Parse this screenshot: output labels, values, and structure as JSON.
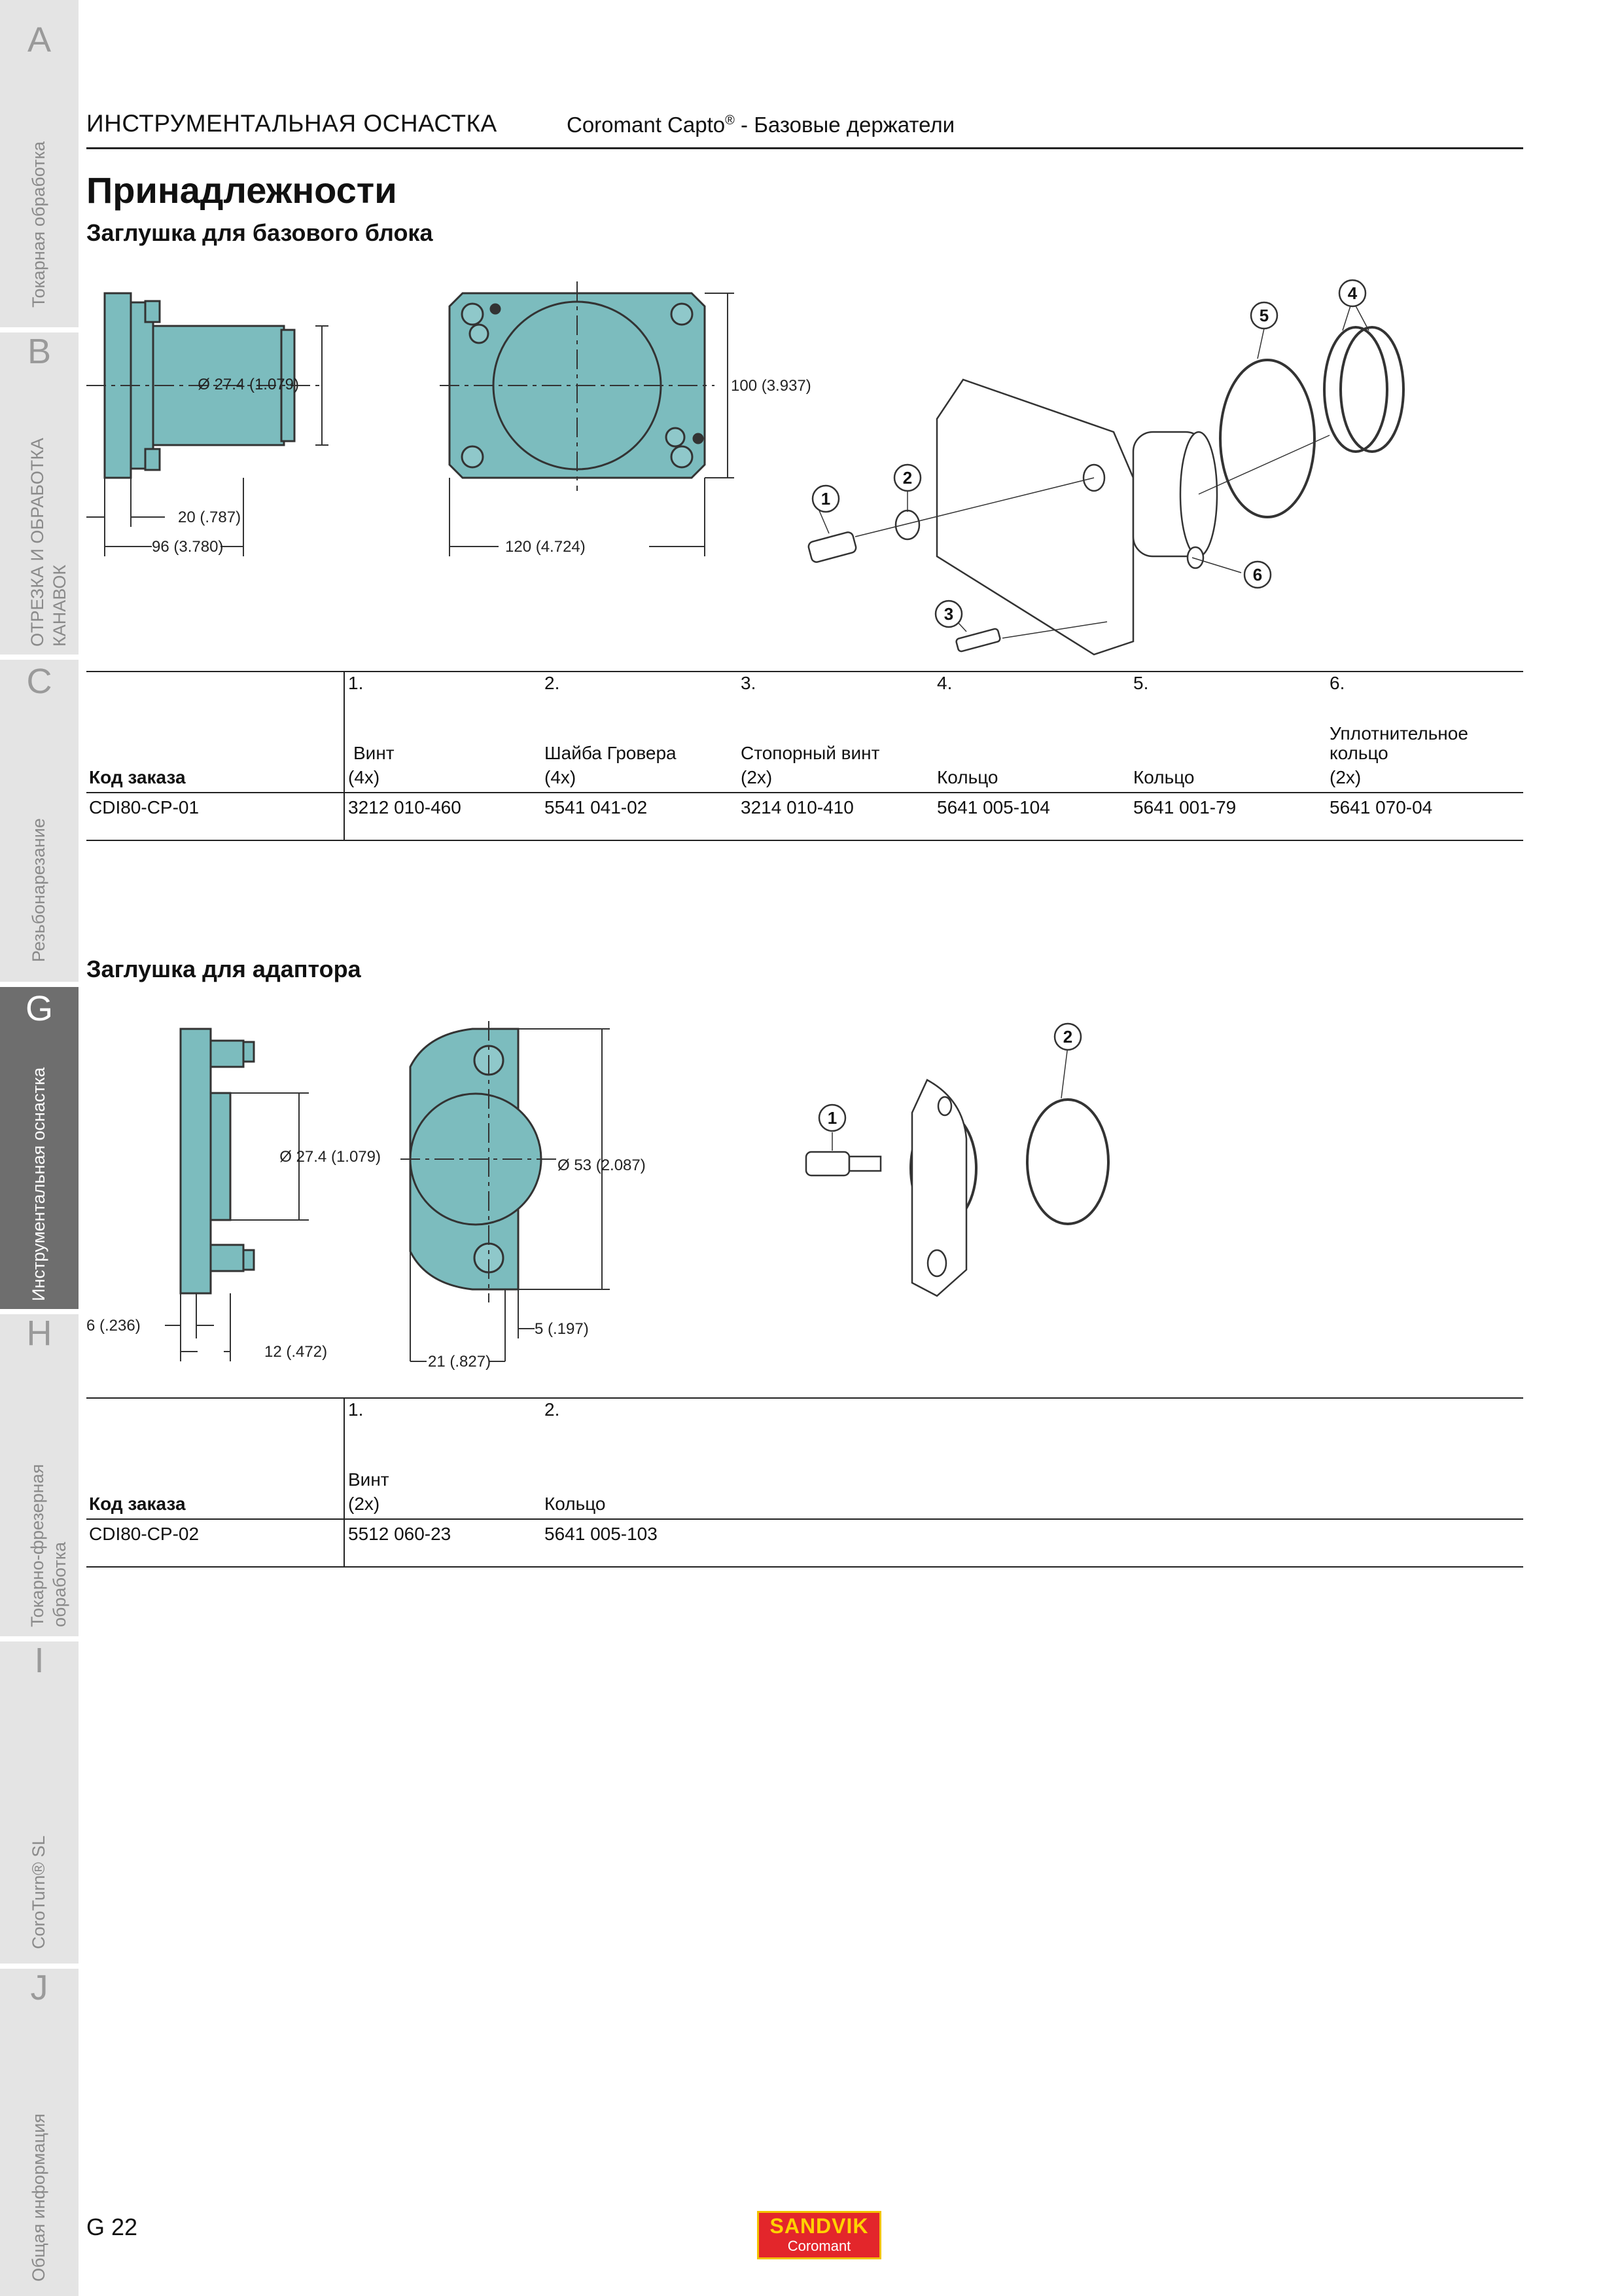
{
  "sidebar": {
    "tabs": [
      {
        "letter": "A",
        "text": "Токарная обработка",
        "text2": "",
        "active": false
      },
      {
        "letter": "B",
        "text": "ОТРЕЗКА И ОБРАБОТКА",
        "text2": "КАНАВОК",
        "active": false
      },
      {
        "letter": "C",
        "text": "Резьбонарезание",
        "text2": "",
        "active": false
      },
      {
        "letter": "G",
        "text": "Инструментальная оснастка",
        "text2": "",
        "active": true
      },
      {
        "letter": "H",
        "text": "Токарно-фрезерная",
        "text2": "обработка",
        "active": false
      },
      {
        "letter": "I",
        "text": "CoroTurn® SL",
        "text2": "",
        "active": false
      },
      {
        "letter": "J",
        "text": "Общая информация",
        "text2": "",
        "active": false
      }
    ]
  },
  "header": {
    "left": "ИНСТРУМЕНТАЛЬНАЯ ОСНАСТКА",
    "right_brand": "Coromant Capto",
    "right_reg": "®",
    "right_rest": " - Базовые держатели"
  },
  "page_title": "Принадлежности",
  "section1": {
    "title": "Заглушка для базового блока",
    "dims": {
      "d1": "Ø 27.4 (1.079)",
      "h1": "100 (3.937)",
      "l1": "20 (.787)",
      "l2": "96 (3.780)",
      "w1": "120 (4.724)"
    },
    "callouts": [
      "1",
      "2",
      "3",
      "4",
      "5",
      "6"
    ],
    "table": {
      "order_header": "Код заказа",
      "columns": [
        {
          "num": "1.",
          "name": "Винт",
          "name2": "",
          "qty": "(4x)"
        },
        {
          "num": "2.",
          "name": "Шайба Гровера",
          "name2": "",
          "qty": "(4x)"
        },
        {
          "num": "3.",
          "name": "Стопорный винт",
          "name2": "",
          "qty": "(2x)"
        },
        {
          "num": "4.",
          "name": "",
          "name2": "",
          "qty": "Кольцо"
        },
        {
          "num": "5.",
          "name": "",
          "name2": "",
          "qty": "Кольцо"
        },
        {
          "num": "6.",
          "name": "Уплотнительное",
          "name2": "кольцо",
          "qty": "(2x)"
        }
      ],
      "rows": [
        {
          "code": "CDI80-CP-01",
          "values": [
            "3212 010-460",
            "5541 041-02",
            "3214 010-410",
            "5641 005-104",
            "5641 001-79",
            "5641 070-04"
          ]
        }
      ]
    }
  },
  "section2": {
    "title": "Заглушка для адаптора",
    "dims": {
      "d1": "Ø 27.4 (1.079)",
      "d2": "Ø 53 (2.087)",
      "l1": "6 (.236)",
      "l2": "12 (.472)",
      "l3": "21 (.827)",
      "l4": "5 (.197)"
    },
    "callouts": [
      "1",
      "2"
    ],
    "table": {
      "order_header": "Код заказа",
      "columns": [
        {
          "num": "1.",
          "name": "Винт",
          "qty": "(2x)"
        },
        {
          "num": "2.",
          "name": "",
          "qty": "Кольцо"
        }
      ],
      "rows": [
        {
          "code": "CDI80-CP-02",
          "values": [
            "5512 060-23",
            "5641 005-103"
          ]
        }
      ]
    }
  },
  "footer": {
    "page_number": "G 22",
    "logo_top": "SANDVIK",
    "logo_bottom": "Coromant"
  },
  "colors": {
    "part_fill": "#7cbcbe",
    "logo_red": "#e3262b",
    "logo_yellow": "#ffd200",
    "sidebar_bg": "#e4e4e4",
    "sidebar_active": "#6e6e6e"
  }
}
